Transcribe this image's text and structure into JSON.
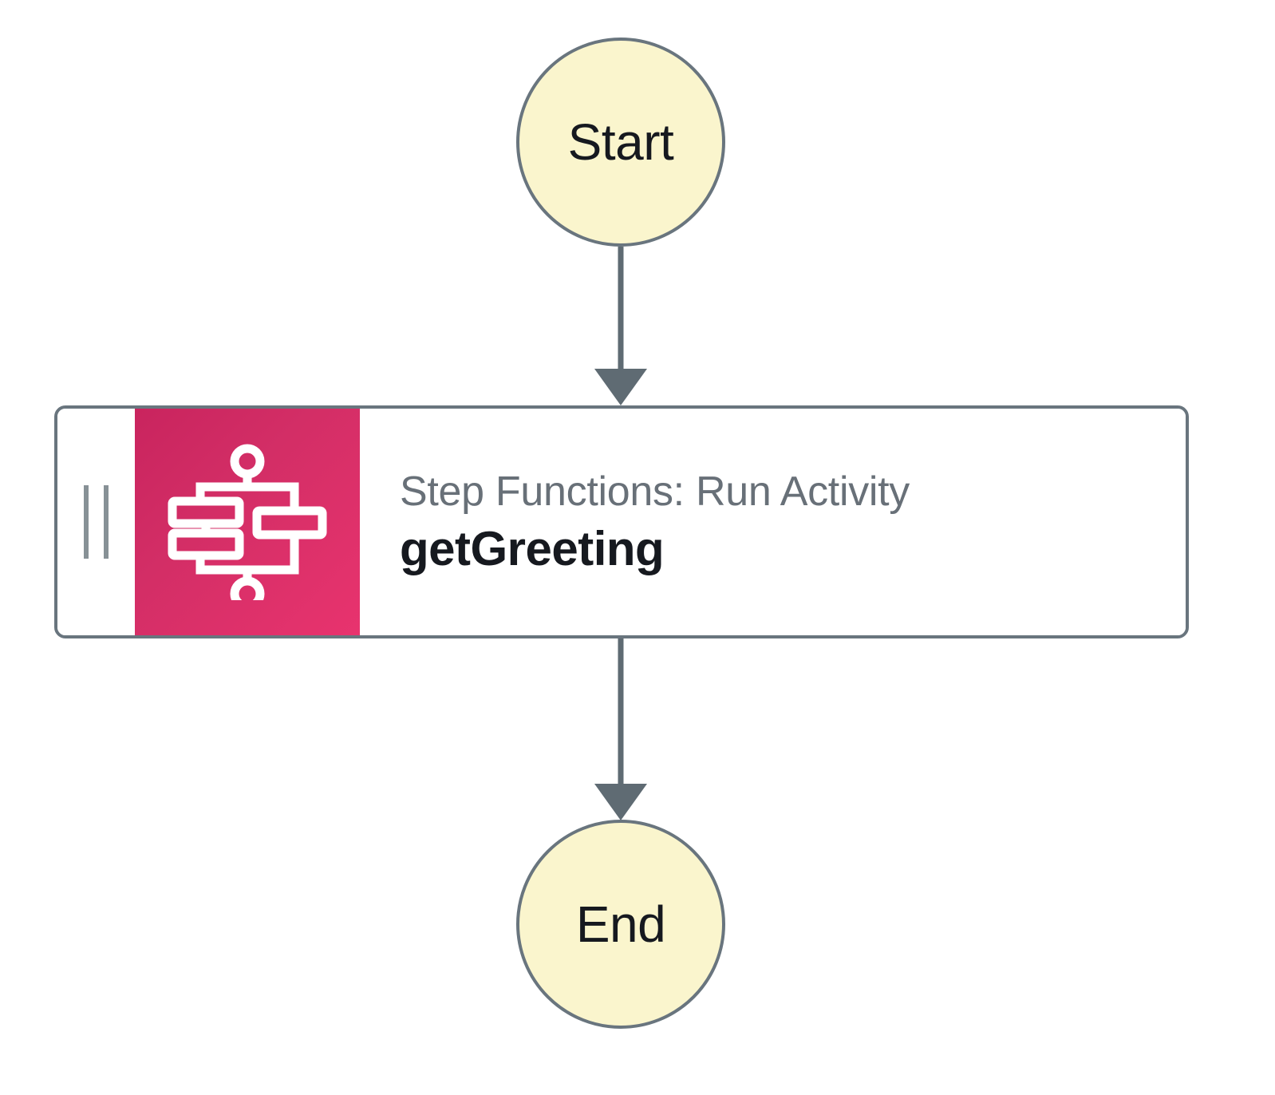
{
  "diagram": {
    "type": "workflow-state-machine",
    "background_color": "#ffffff",
    "nodes": {
      "start": {
        "label": "Start",
        "shape": "circle",
        "fill_color": "#FAF5CD",
        "border_color": "#69757E",
        "text_color": "#16191F"
      },
      "task": {
        "subtitle": "Step Functions: Run Activity",
        "title": "getGreeting",
        "icon_name": "step-functions-icon",
        "icon_panel_color_start": "#C9245E",
        "icon_panel_color_end": "#E8336E",
        "border_color": "#69757E",
        "background_color": "#ffffff",
        "subtitle_color": "#687078",
        "title_color": "#16191F",
        "drag_handle_color": "#879196"
      },
      "end": {
        "label": "End",
        "shape": "circle",
        "fill_color": "#FAF5CD",
        "border_color": "#69757E",
        "text_color": "#16191F"
      }
    },
    "connectors": [
      {
        "from": "start",
        "to": "task",
        "color": "#5F6B73",
        "arrowhead": "triangle"
      },
      {
        "from": "task",
        "to": "end",
        "color": "#5F6B73",
        "arrowhead": "triangle"
      }
    ]
  }
}
